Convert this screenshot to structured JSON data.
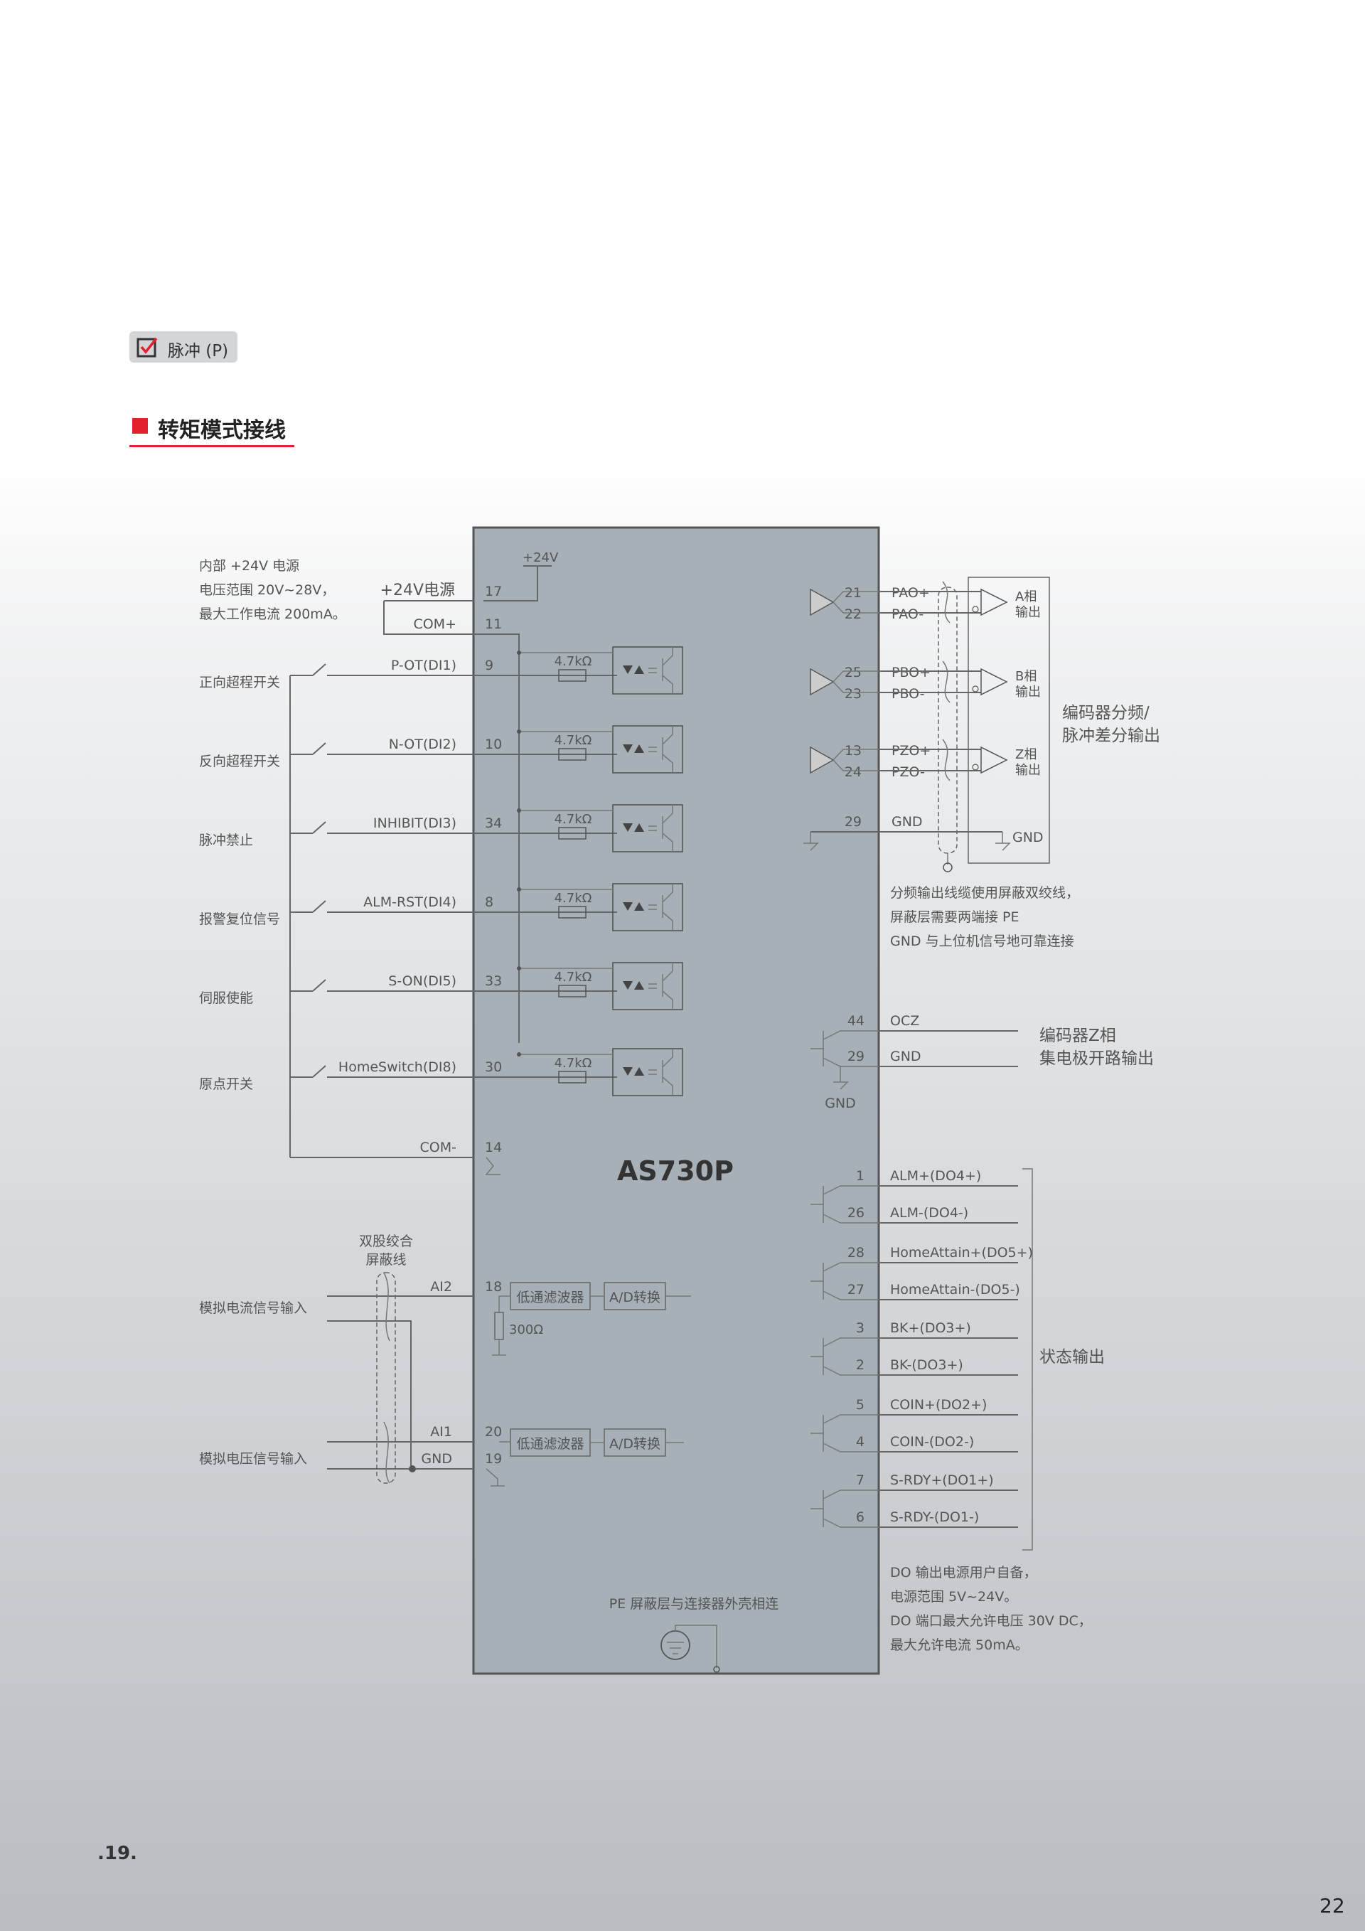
{
  "header": {
    "tag_label": "脉冲 (P)",
    "section_title": "转矩模式接线"
  },
  "diagram": {
    "device_name": "AS730P",
    "power_note": [
      "内部 +24V 电源",
      "电压范围 20V~28V，",
      "最大工作电流 200mA。"
    ],
    "plus24_inside": "+24V",
    "plus24_supply": "+24V电源",
    "com_plus": "COM+",
    "com_minus": "COM-",
    "resistor_value": "4.7kΩ",
    "inputs": [
      {
        "desc": "正向超程开关",
        "signal": "P-OT(DI1)",
        "pin": "9"
      },
      {
        "desc": "反向超程开关",
        "signal": "N-OT(DI2)",
        "pin": "10"
      },
      {
        "desc": "脉冲禁止",
        "signal": "INHIBIT(DI3)",
        "pin": "34"
      },
      {
        "desc": "报警复位信号",
        "signal": "ALM-RST(DI4)",
        "pin": "8"
      },
      {
        "desc": "伺服使能",
        "signal": "S-ON(DI5)",
        "pin": "33"
      },
      {
        "desc": "原点开关",
        "signal": "HomeSwitch(DI8)",
        "pin": "30"
      }
    ],
    "pins_power": {
      "plus24": "17",
      "com_plus": "11",
      "com_minus": "14"
    },
    "twisted_pair_label": [
      "双股绞合",
      "屏蔽线"
    ],
    "analog": [
      {
        "desc": "模拟电流信号输入",
        "signal": "AI2",
        "pin": "18"
      },
      {
        "desc": "模拟电压信号输入",
        "signal": "AI1",
        "pin": "20"
      }
    ],
    "analog_gnd": {
      "signal": "GND",
      "pin": "19"
    },
    "filter_label": "低通滤波器",
    "adc_label": "A/D转换",
    "resistor_300": "300Ω",
    "pe_note": "PE 屏蔽层与连接器外壳相连",
    "encoder_outputs": [
      {
        "pin_p": "21",
        "sig_p": "PAO+",
        "pin_n": "22",
        "sig_n": "PAO-",
        "out": [
          "A相",
          "输出"
        ]
      },
      {
        "pin_p": "25",
        "sig_p": "PBO+",
        "pin_n": "23",
        "sig_n": "PBO-",
        "out": [
          "B相",
          "输出"
        ]
      },
      {
        "pin_p": "13",
        "sig_p": "PZO+",
        "pin_n": "24",
        "sig_n": "PZO-",
        "out": [
          "Z相",
          "输出"
        ]
      }
    ],
    "encoder_gnd": {
      "pin": "29",
      "signal": "GND",
      "right_label": "GND"
    },
    "encoder_group_label": [
      "编码器分频/",
      "脉冲差分输出"
    ],
    "shield_note": [
      "分频输出线缆使用屏蔽双绞线，",
      "屏蔽层需要两端接 PE",
      "GND 与上位机信号地可靠连接"
    ],
    "ocz": {
      "pin": "44",
      "signal": "OCZ",
      "gnd_pin": "29",
      "gnd_signal": "GND",
      "gnd_below": "GND"
    },
    "ocz_label": [
      "编码器Z相",
      "集电极开路输出"
    ],
    "do_outputs": [
      {
        "pin": "1",
        "signal": "ALM+(DO4+)"
      },
      {
        "pin": "26",
        "signal": "ALM-(DO4-)"
      },
      {
        "pin": "28",
        "signal": "HomeAttain+(DO5+)"
      },
      {
        "pin": "27",
        "signal": "HomeAttain-(DO5-)"
      },
      {
        "pin": "3",
        "signal": "BK+(DO3+)"
      },
      {
        "pin": "2",
        "signal": "BK-(DO3+)"
      },
      {
        "pin": "5",
        "signal": "COIN+(DO2+)"
      },
      {
        "pin": "4",
        "signal": "COIN-(DO2-)"
      },
      {
        "pin": "7",
        "signal": "S-RDY+(DO1+)"
      },
      {
        "pin": "6",
        "signal": "S-RDY-(DO1-)"
      }
    ],
    "status_label": "状态输出",
    "do_note": [
      "DO 输出电源用户自备，",
      "电源范围 5V~24V。",
      "DO 端口最大允许电压 30V DC，",
      "最大允许电流 50mA。"
    ]
  },
  "footer": {
    "page_left": ".19.",
    "page_right": "22"
  }
}
